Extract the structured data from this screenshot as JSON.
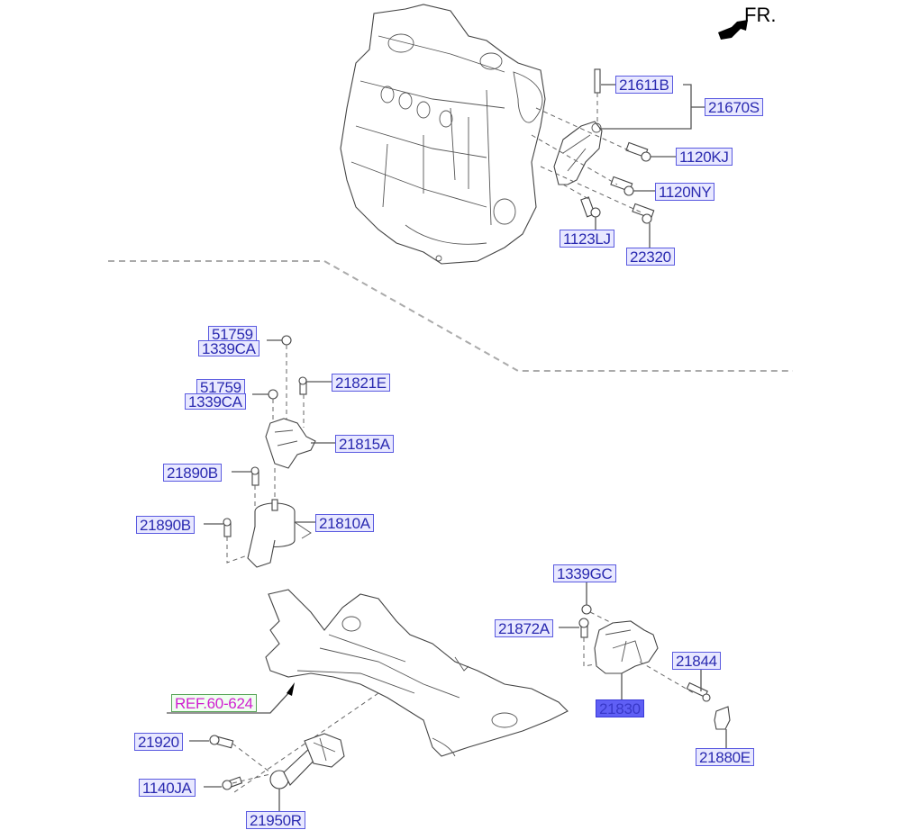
{
  "direction_indicator": {
    "label": "FR."
  },
  "reference": {
    "label": "REF.",
    "code": "60-624"
  },
  "callouts": {
    "p21611B": "21611B",
    "p21670S": "21670S",
    "p1120KJ": "1120KJ",
    "p1120NY": "1120NY",
    "p1123LJ": "1123LJ",
    "p22320": "22320",
    "p51759_a": "51759",
    "p1339CA_a": "1339CA",
    "p51759_b": "51759",
    "p1339CA_b": "1339CA",
    "p21821E": "21821E",
    "p21815A": "21815A",
    "p21890B_a": "21890B",
    "p21890B_b": "21890B",
    "p21810A": "21810A",
    "p1339GC": "1339GC",
    "p21872A": "21872A",
    "p21844": "21844",
    "p21830": "21830",
    "p21880E": "21880E",
    "p21920": "21920",
    "p1140JA": "1140JA",
    "p21950R": "21950R"
  },
  "selected_part": "21830",
  "colors": {
    "callout_border": "#5a5ae0",
    "callout_fill": "#e8e8ff",
    "callout_text": "#2a2ab0",
    "selected_fill": "#5f5ff5",
    "ref_border": "#5aa55a",
    "ref_text": "#d020d0"
  }
}
